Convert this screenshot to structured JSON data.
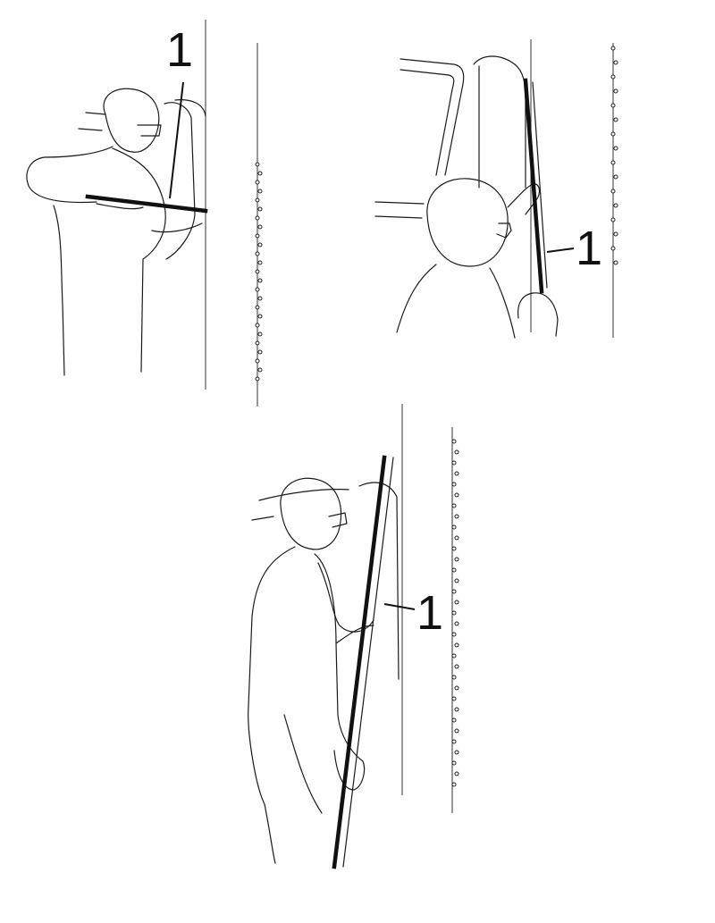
{
  "panels": [
    {
      "id": "top-left",
      "callout": "1"
    },
    {
      "id": "top-right",
      "callout": "1"
    },
    {
      "id": "bottom",
      "callout": "1"
    }
  ],
  "colors": {
    "line": "#1a1a1a",
    "background": "#ffffff"
  }
}
